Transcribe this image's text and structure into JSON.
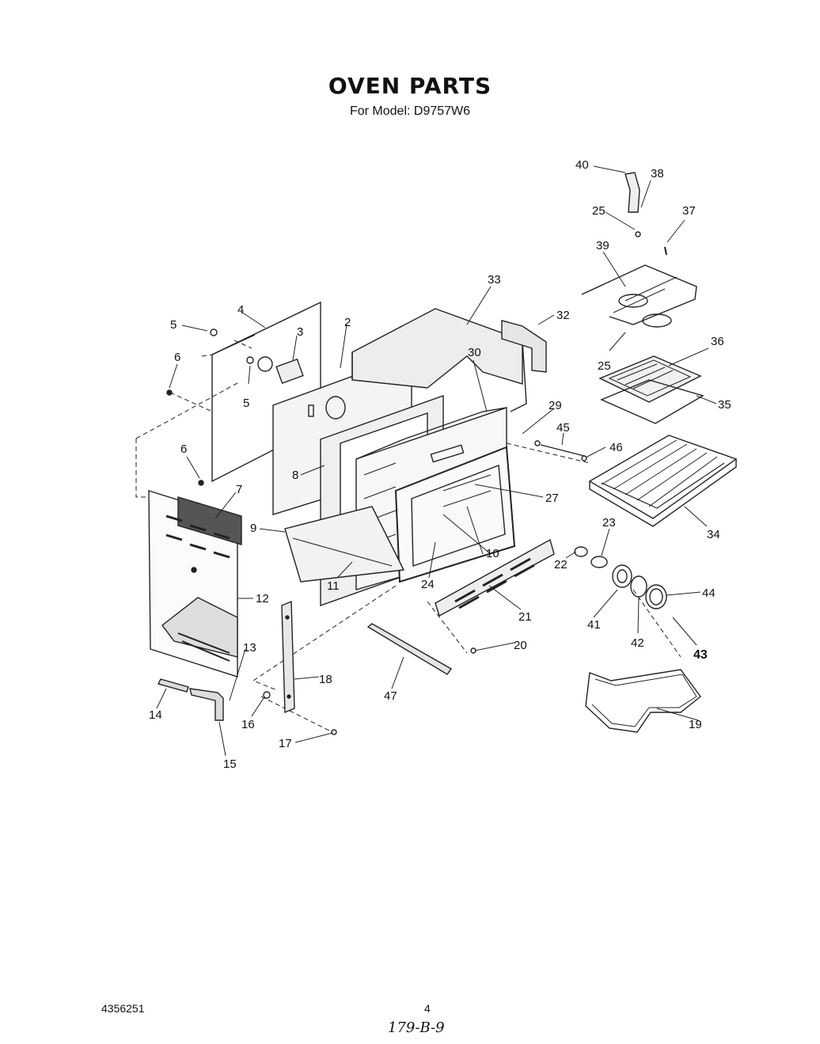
{
  "header": {
    "title": "OVEN PARTS",
    "subtitle": "For Model: D9757W6"
  },
  "footer": {
    "doc_number": "4356251",
    "page_number": "4",
    "handwritten_note": "179-B-9"
  },
  "labels": [
    "40",
    "38",
    "25",
    "37",
    "39",
    "33",
    "32",
    "4",
    "5",
    "3",
    "2",
    "30",
    "6",
    "5",
    "36",
    "25",
    "35",
    "29",
    "45",
    "46",
    "6",
    "8",
    "7",
    "34",
    "27",
    "9",
    "10",
    "23",
    "24",
    "22",
    "44",
    "12",
    "11",
    "21",
    "41",
    "42",
    "43",
    "13",
    "20",
    "18",
    "47",
    "14",
    "16",
    "19",
    "17",
    "15"
  ]
}
